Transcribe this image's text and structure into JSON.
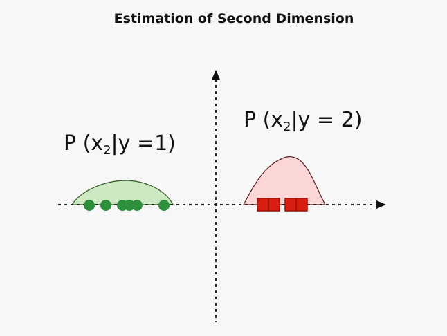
{
  "title": "Estimation of Second Dimension",
  "labels": {
    "class1": {
      "prefix": "P (x",
      "sub": "2",
      "suffix": "|y =1)"
    },
    "class2": {
      "prefix": "P (x",
      "sub": "2",
      "suffix": "|y = 2)"
    }
  },
  "colors": {
    "class1_fill": "#cde8c2",
    "class1_stroke": "#2f5a22",
    "class1_point": "#2d8f3c",
    "class2_fill": "#fbd6d6",
    "class2_stroke": "#5a1c1c",
    "class2_point": "#d81e10",
    "class2_point_border": "#9a1208",
    "axis": "#222222",
    "background": "#f7f7f7"
  },
  "points": {
    "class1_count": 6,
    "class2_count": 4
  },
  "icons": {
    "class1_marker": "circle-icon",
    "class2_marker": "square-icon"
  }
}
